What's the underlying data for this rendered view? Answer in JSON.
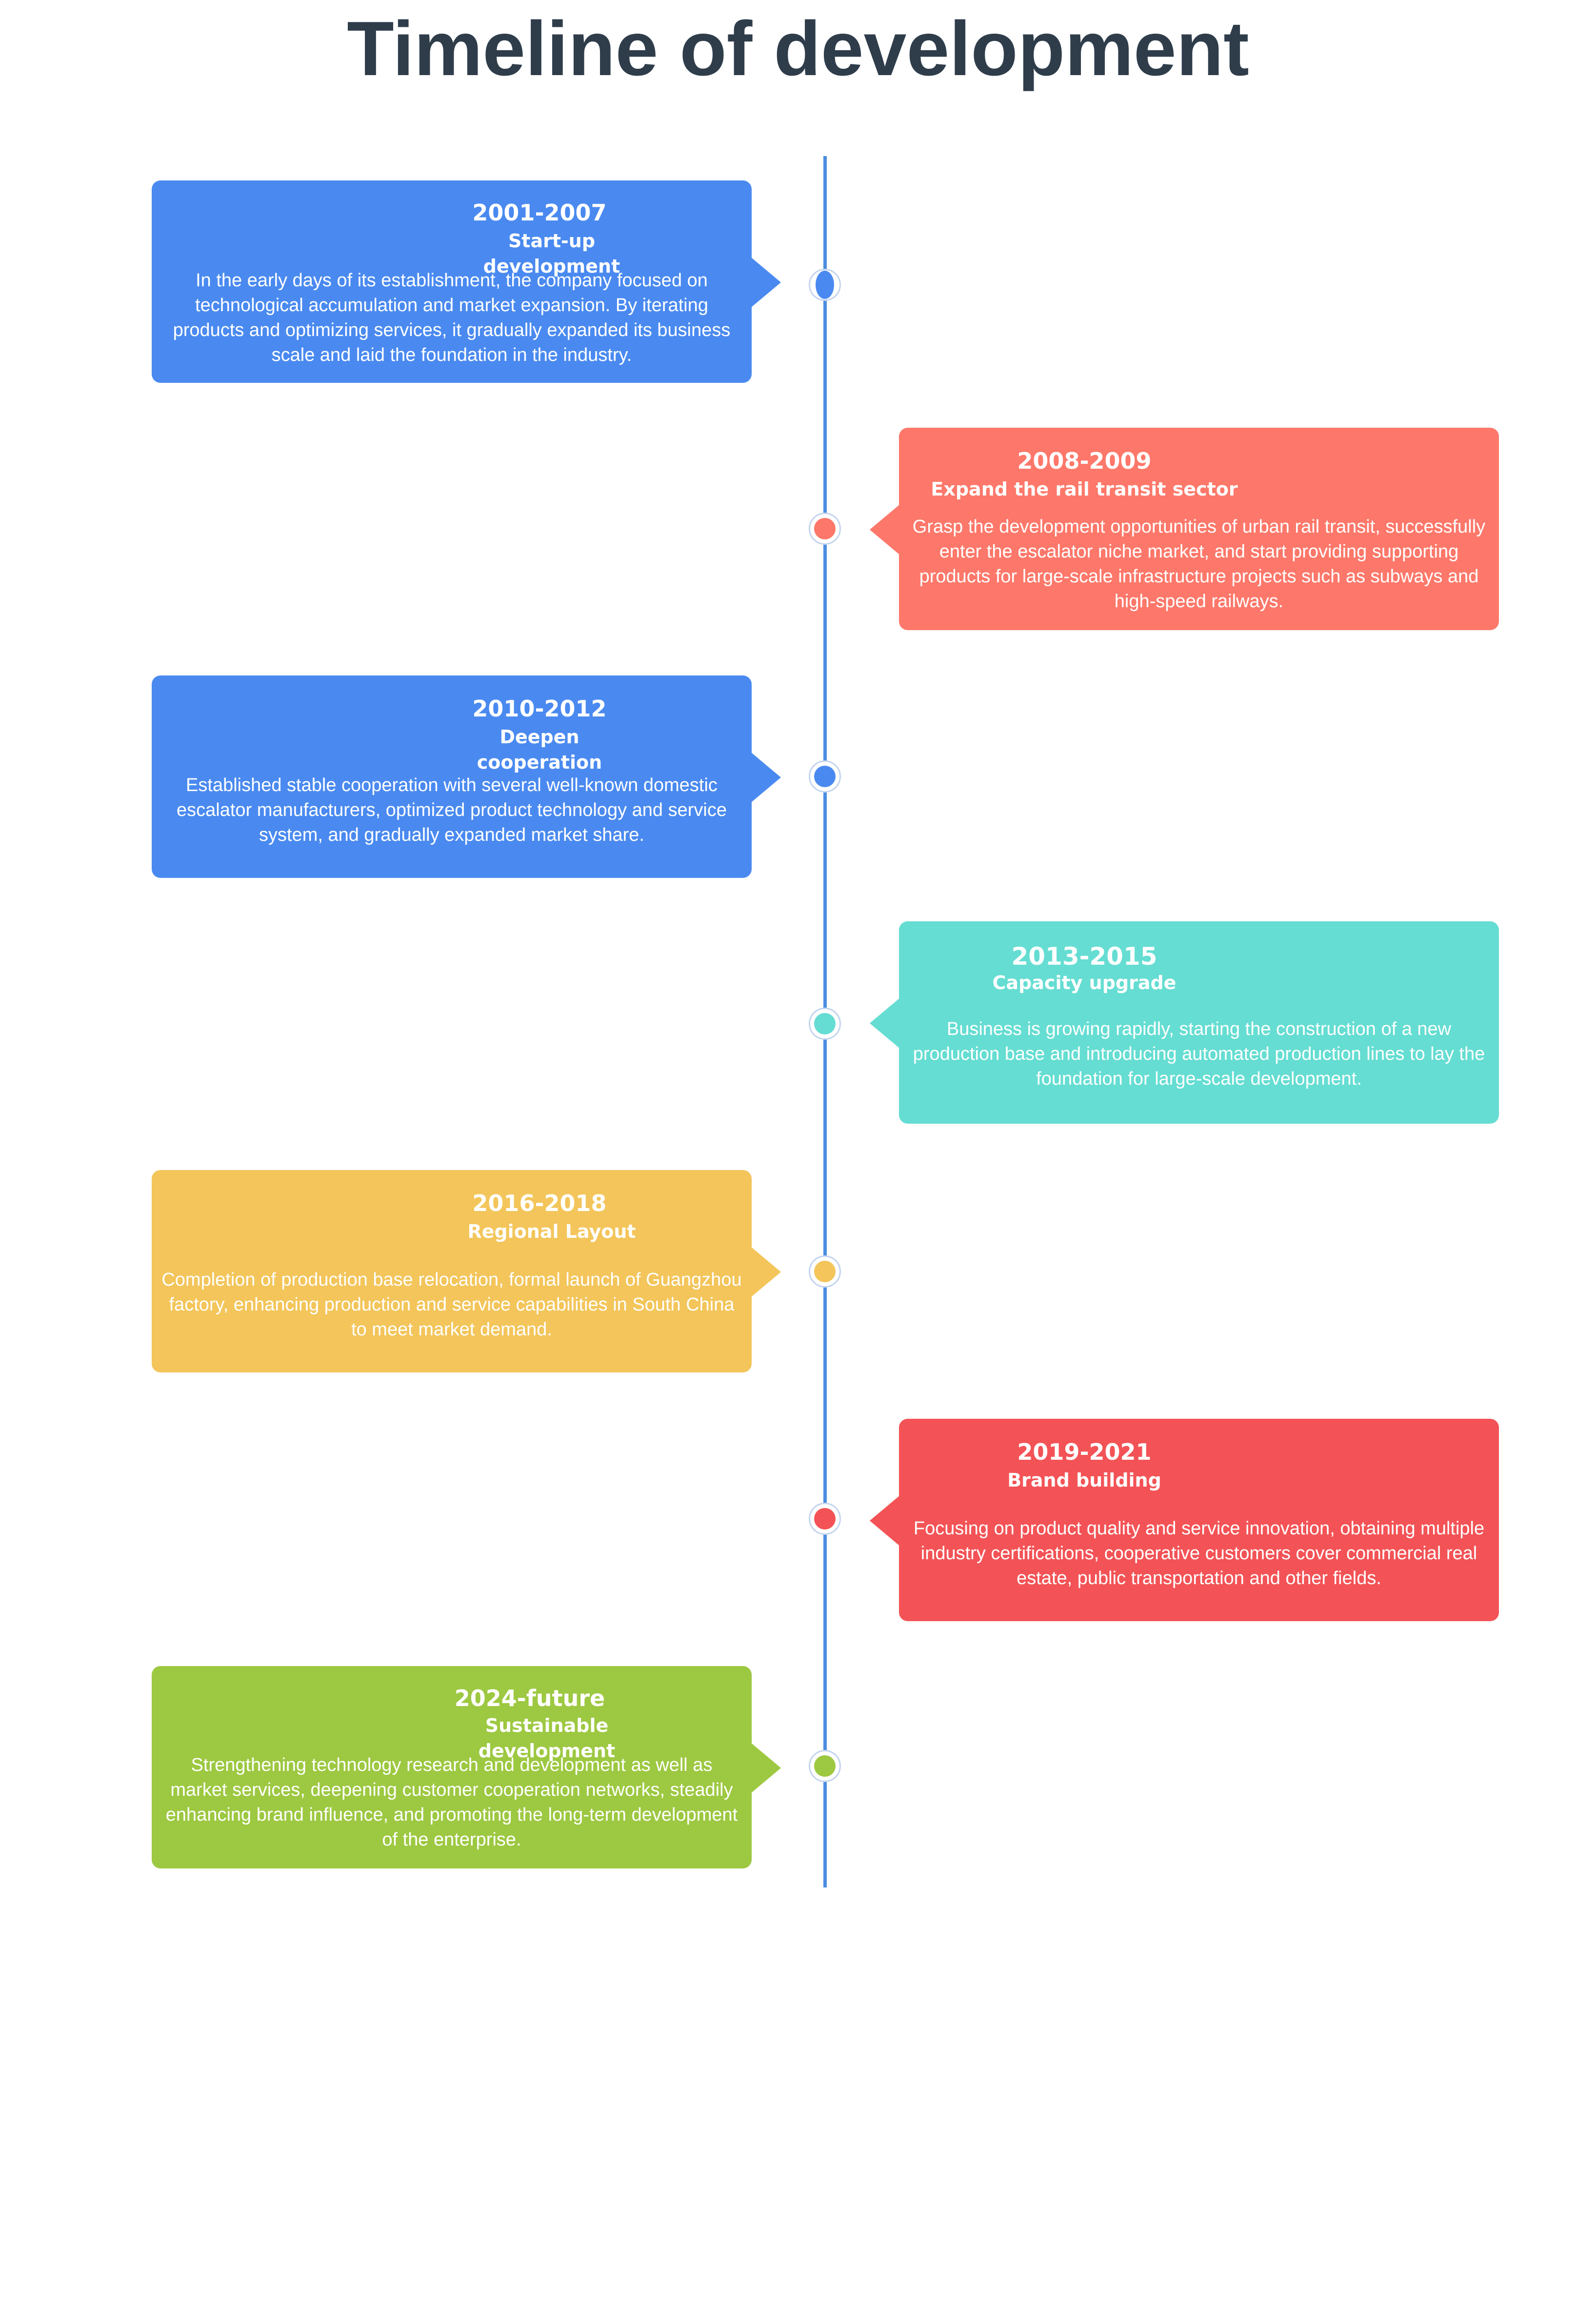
{
  "title": "Timeline of development",
  "colors": {
    "line": "#4a8de0",
    "title": "#2f3d4b"
  },
  "events": [
    {
      "period": "2001-2007",
      "heading": "Start-up development",
      "description": "In the early days of its establishment, the company focused on technological accumulation and market expansion. By iterating products and optimizing services, it gradually expanded its business scale and laid the foundation in the industry.",
      "color": "#4a8af0",
      "side": "left"
    },
    {
      "period": "2008-2009",
      "heading": "Expand the rail transit sector",
      "description": "Grasp the development opportunities of urban rail transit, successfully enter the escalator niche market, and start providing supporting products for large-scale infrastructure projects such as subways and high-speed railways.",
      "color": "#fd786a",
      "side": "right"
    },
    {
      "period": "2010-2012",
      "heading": "Deepen cooperation",
      "description": "Established stable cooperation with several well-known domestic escalator manufacturers, optimized product technology and service system, and gradually expanded market share.",
      "color": "#4a8af0",
      "side": "left"
    },
    {
      "period": "2013-2015",
      "heading": "Capacity upgrade",
      "description": "Business is growing rapidly, starting the construction of a new production base and introducing automated production lines to lay the foundation for large-scale development.",
      "color": "#65ddd2",
      "side": "right"
    },
    {
      "period": "2016-2018",
      "heading": "Regional Layout",
      "description": "Completion of production base relocation, formal launch of Guangzhou factory, enhancing production and service capabilities in South China to meet market demand.",
      "color": "#f3c55a",
      "side": "left"
    },
    {
      "period": "2019-2021",
      "heading": "Brand building",
      "description": "Focusing on product quality and service innovation, obtaining multiple industry certifications, cooperative customers cover commercial real estate, public transportation and other fields.",
      "color": "#f35356",
      "side": "right"
    },
    {
      "period": "2024-future",
      "heading": "Sustainable development",
      "description": "Strengthening technology research and development as well as market services, deepening customer cooperation networks, steadily enhancing brand influence, and promoting the long-term development of the enterprise.",
      "color": "#9dc841",
      "side": "left"
    }
  ]
}
